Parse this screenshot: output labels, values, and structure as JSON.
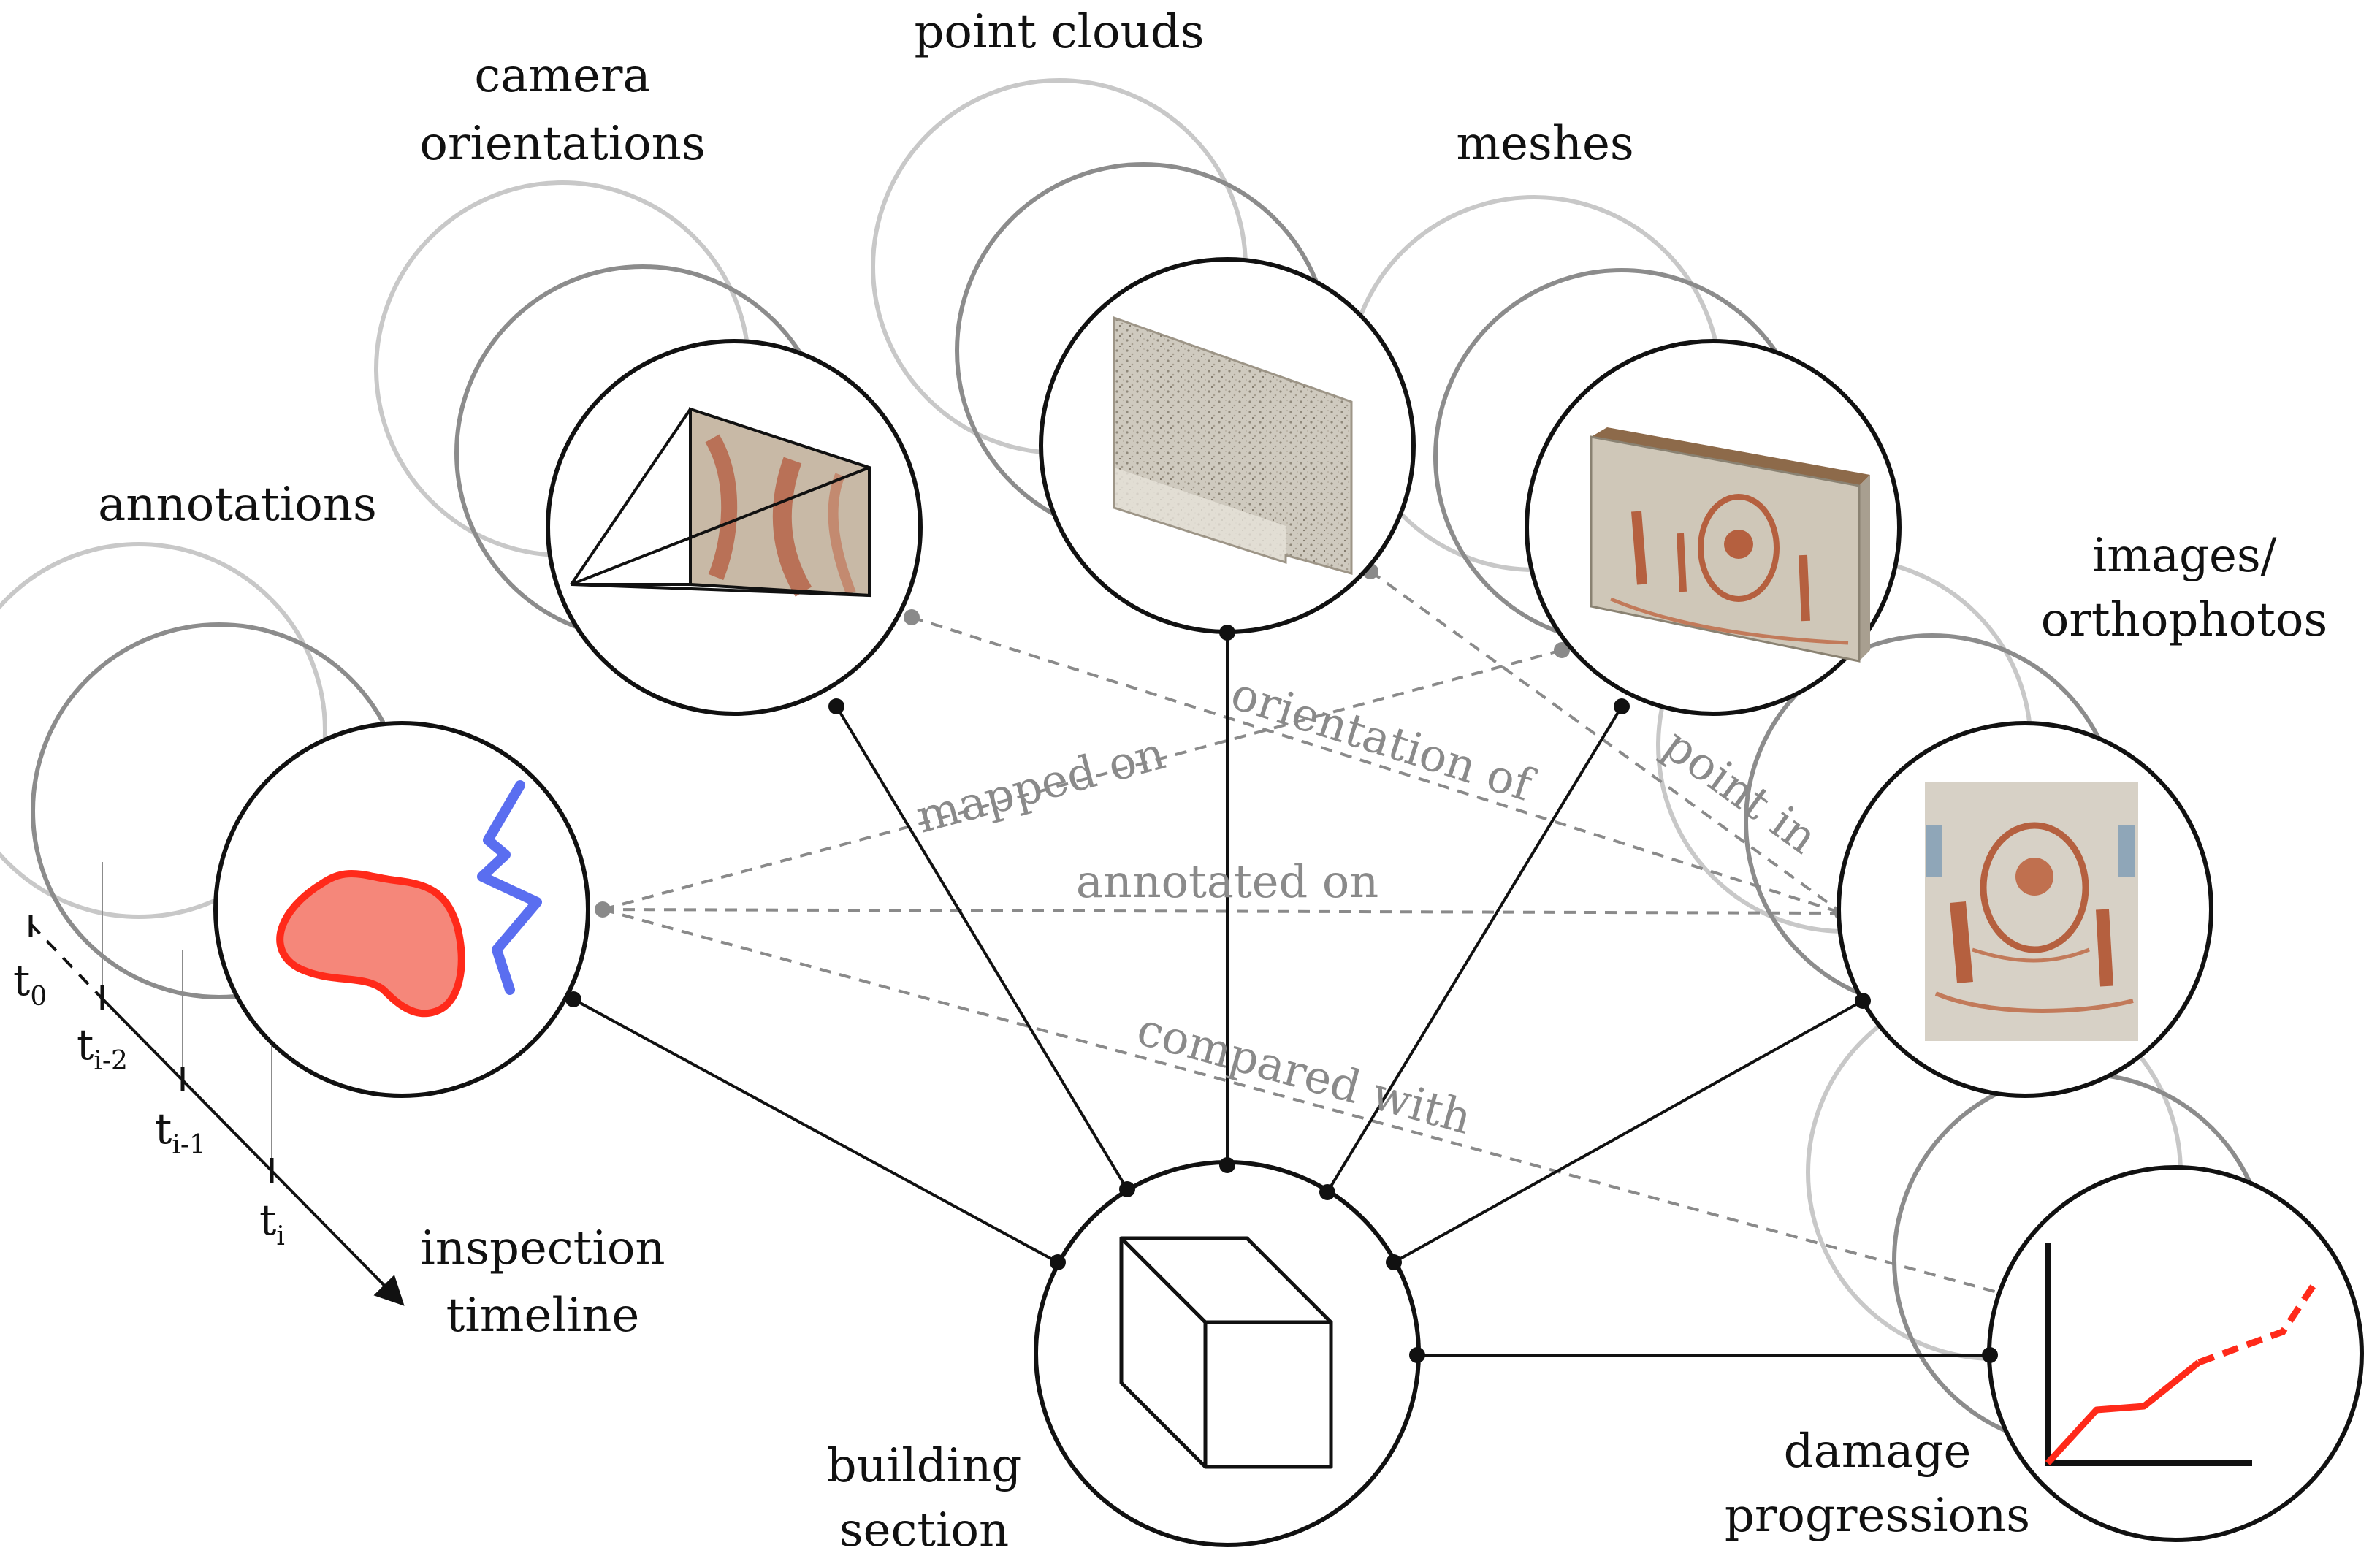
{
  "nodes": {
    "annotations": "annotations",
    "camera_line1": "camera",
    "camera_line2": "orientations",
    "point_clouds": "point clouds",
    "meshes": "meshes",
    "images_line1": "images/",
    "images_line2": "orthophotos",
    "building_line1": "building",
    "building_line2": "section",
    "damage_line1": "damage",
    "damage_line2": "progressions"
  },
  "relations": {
    "mapped_on": "mapped on",
    "orientation_of": "orientation of",
    "annotated_on": "annotated on",
    "point_in": "point in",
    "compared_with": "compared with"
  },
  "timeline": {
    "label_line1": "inspection",
    "label_line2": "timeline",
    "ticks": [
      {
        "base": "t",
        "sub": "0"
      },
      {
        "base": "t",
        "sub": "i-2"
      },
      {
        "base": "t",
        "sub": "i-1"
      },
      {
        "base": "t",
        "sub": "i"
      }
    ]
  },
  "colors": {
    "node_stroke": "#111111",
    "ghost_near": "#8c8c8c",
    "ghost_far": "#c8c8c8",
    "relation_line": "#8a8a8a",
    "annotation_fill": "#f5877a",
    "annotation_stroke": "#ff2a1a",
    "crack_line": "#5a6ef0",
    "damage_curve": "#ff2a1a"
  }
}
